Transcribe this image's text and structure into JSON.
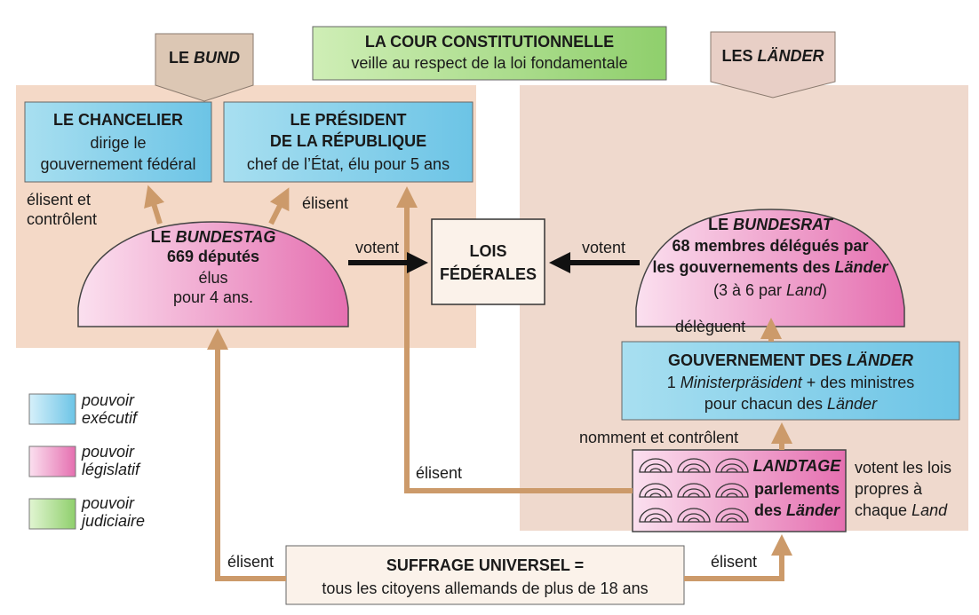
{
  "colors": {
    "executive": "#a8dff0",
    "legislative": "#f3b7d8",
    "judiciary": "#a9d88c",
    "region": "#efd9cd",
    "region_bund": "#f4d9c7",
    "tab_bund": "#dcc7b4",
    "tab_lander": "#e8cfc6",
    "arrow": "#cc9a6a"
  },
  "bund": {
    "tab_prefix": "LE ",
    "tab_italic": "BUND"
  },
  "lander": {
    "tab_prefix": "LES ",
    "tab_italic": "LÄNDER"
  },
  "court": {
    "title": "LA COUR CONSTITUTIONNELLE",
    "subtitle": "veille au respect de la loi fondamentale"
  },
  "chancelier": {
    "title": "LE CHANCELIER",
    "line1": "dirige le",
    "line2": "gouvernement fédéral"
  },
  "president": {
    "title1": "LE PRÉSIDENT",
    "title2": "DE LA RÉPUBLIQUE",
    "line": "chef de l’État, élu pour 5 ans"
  },
  "bundestag": {
    "title_prefix": "LE ",
    "title_italic": "BUNDESTAG",
    "members": "669 députés",
    "line1": "élus",
    "line2": "pour 4 ans."
  },
  "lois": {
    "line1": "LOIS",
    "line2": "FÉDÉRALES"
  },
  "bundesrat": {
    "title_prefix": "LE ",
    "title_italic": "BUNDESRAT",
    "line1": "68 membres délégués par",
    "line2_prefix": "les gouvernements des ",
    "line2_italic": "Länder",
    "line3_prefix": "(3 à 6 par ",
    "line3_italic": "Land",
    "line3_suffix": ")"
  },
  "gouvernement": {
    "title_prefix": "GOUVERNEMENT DES ",
    "title_italic": "LÄNDER",
    "line1_prefix": "1 ",
    "line1_italic": "Ministerpräsident",
    "line1_suffix": " + des ministres",
    "line2_prefix": "pour chacun des ",
    "line2_italic": "Länder"
  },
  "landtage": {
    "title": "LANDTAGE",
    "line1": "parlements",
    "line2_prefix": "des ",
    "line2_italic": "Länder"
  },
  "votent_lois": {
    "line1": "votent les lois",
    "line2": "propres à",
    "line3_prefix": "chaque ",
    "line3_italic": "Land"
  },
  "suffrage": {
    "title": "SUFFRAGE UNIVERSEL =",
    "line": "tous les citoyens allemands de plus de 18 ans"
  },
  "arrow_labels": {
    "elisent_controlent_1": "élisent et",
    "elisent_controlent_2": "contrôlent",
    "elisent_president": "élisent",
    "votent_left": "votent",
    "votent_right": "votent",
    "deleguent": "délèguent",
    "nomment": "nomment et contrôlent",
    "elisent_landtage": "élisent",
    "elisent_bundestag": "élisent",
    "elisent_suffrage_right": "élisent"
  },
  "legend": [
    {
      "line1": "pouvoir",
      "line2": "exécutif",
      "color": "#a8dff0"
    },
    {
      "line1": "pouvoir",
      "line2": "législatif",
      "color": "#f3b7d8"
    },
    {
      "line1": "pouvoir",
      "line2": "judiciaire",
      "color": "#a9d88c"
    }
  ]
}
